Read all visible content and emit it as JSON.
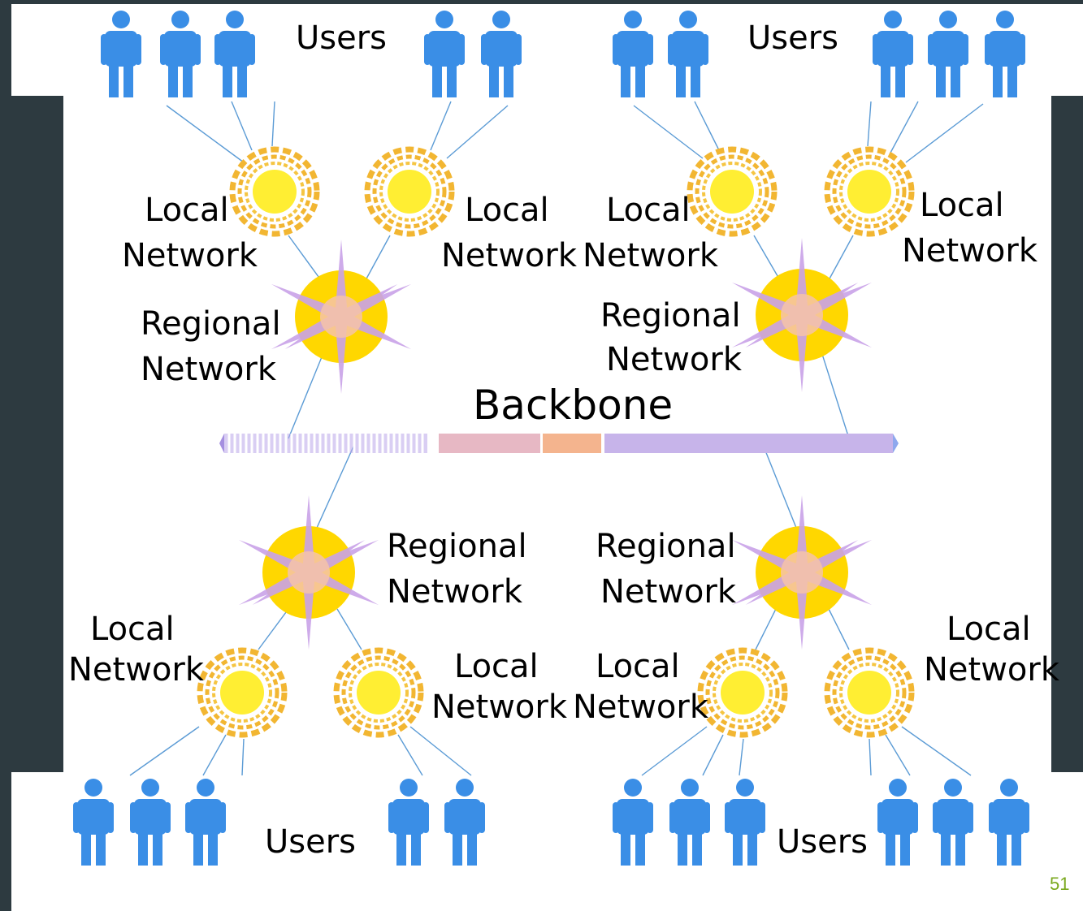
{
  "labels": {
    "users": "Users",
    "local": "Local",
    "regional": "Regional",
    "network": "Network",
    "backbone": "Backbone"
  },
  "page_number": "51",
  "icons": {
    "user": "user-icon",
    "local_network": "local-network-icon",
    "regional_network": "regional-network-icon",
    "backbone": "backbone-bar"
  },
  "colors": {
    "frame": "#2d3a40",
    "user": "#3a8ee6",
    "local_ring": "#f2b632",
    "local_core": "#ffee33",
    "regional_core": "#ffd700",
    "regional_rays": "#c9a2e8",
    "backbone_left": "#b9a6ea",
    "backbone_mid": "#f4b48e",
    "backbone_right": "#8ea8ee",
    "page_number": "#7aa81e"
  }
}
